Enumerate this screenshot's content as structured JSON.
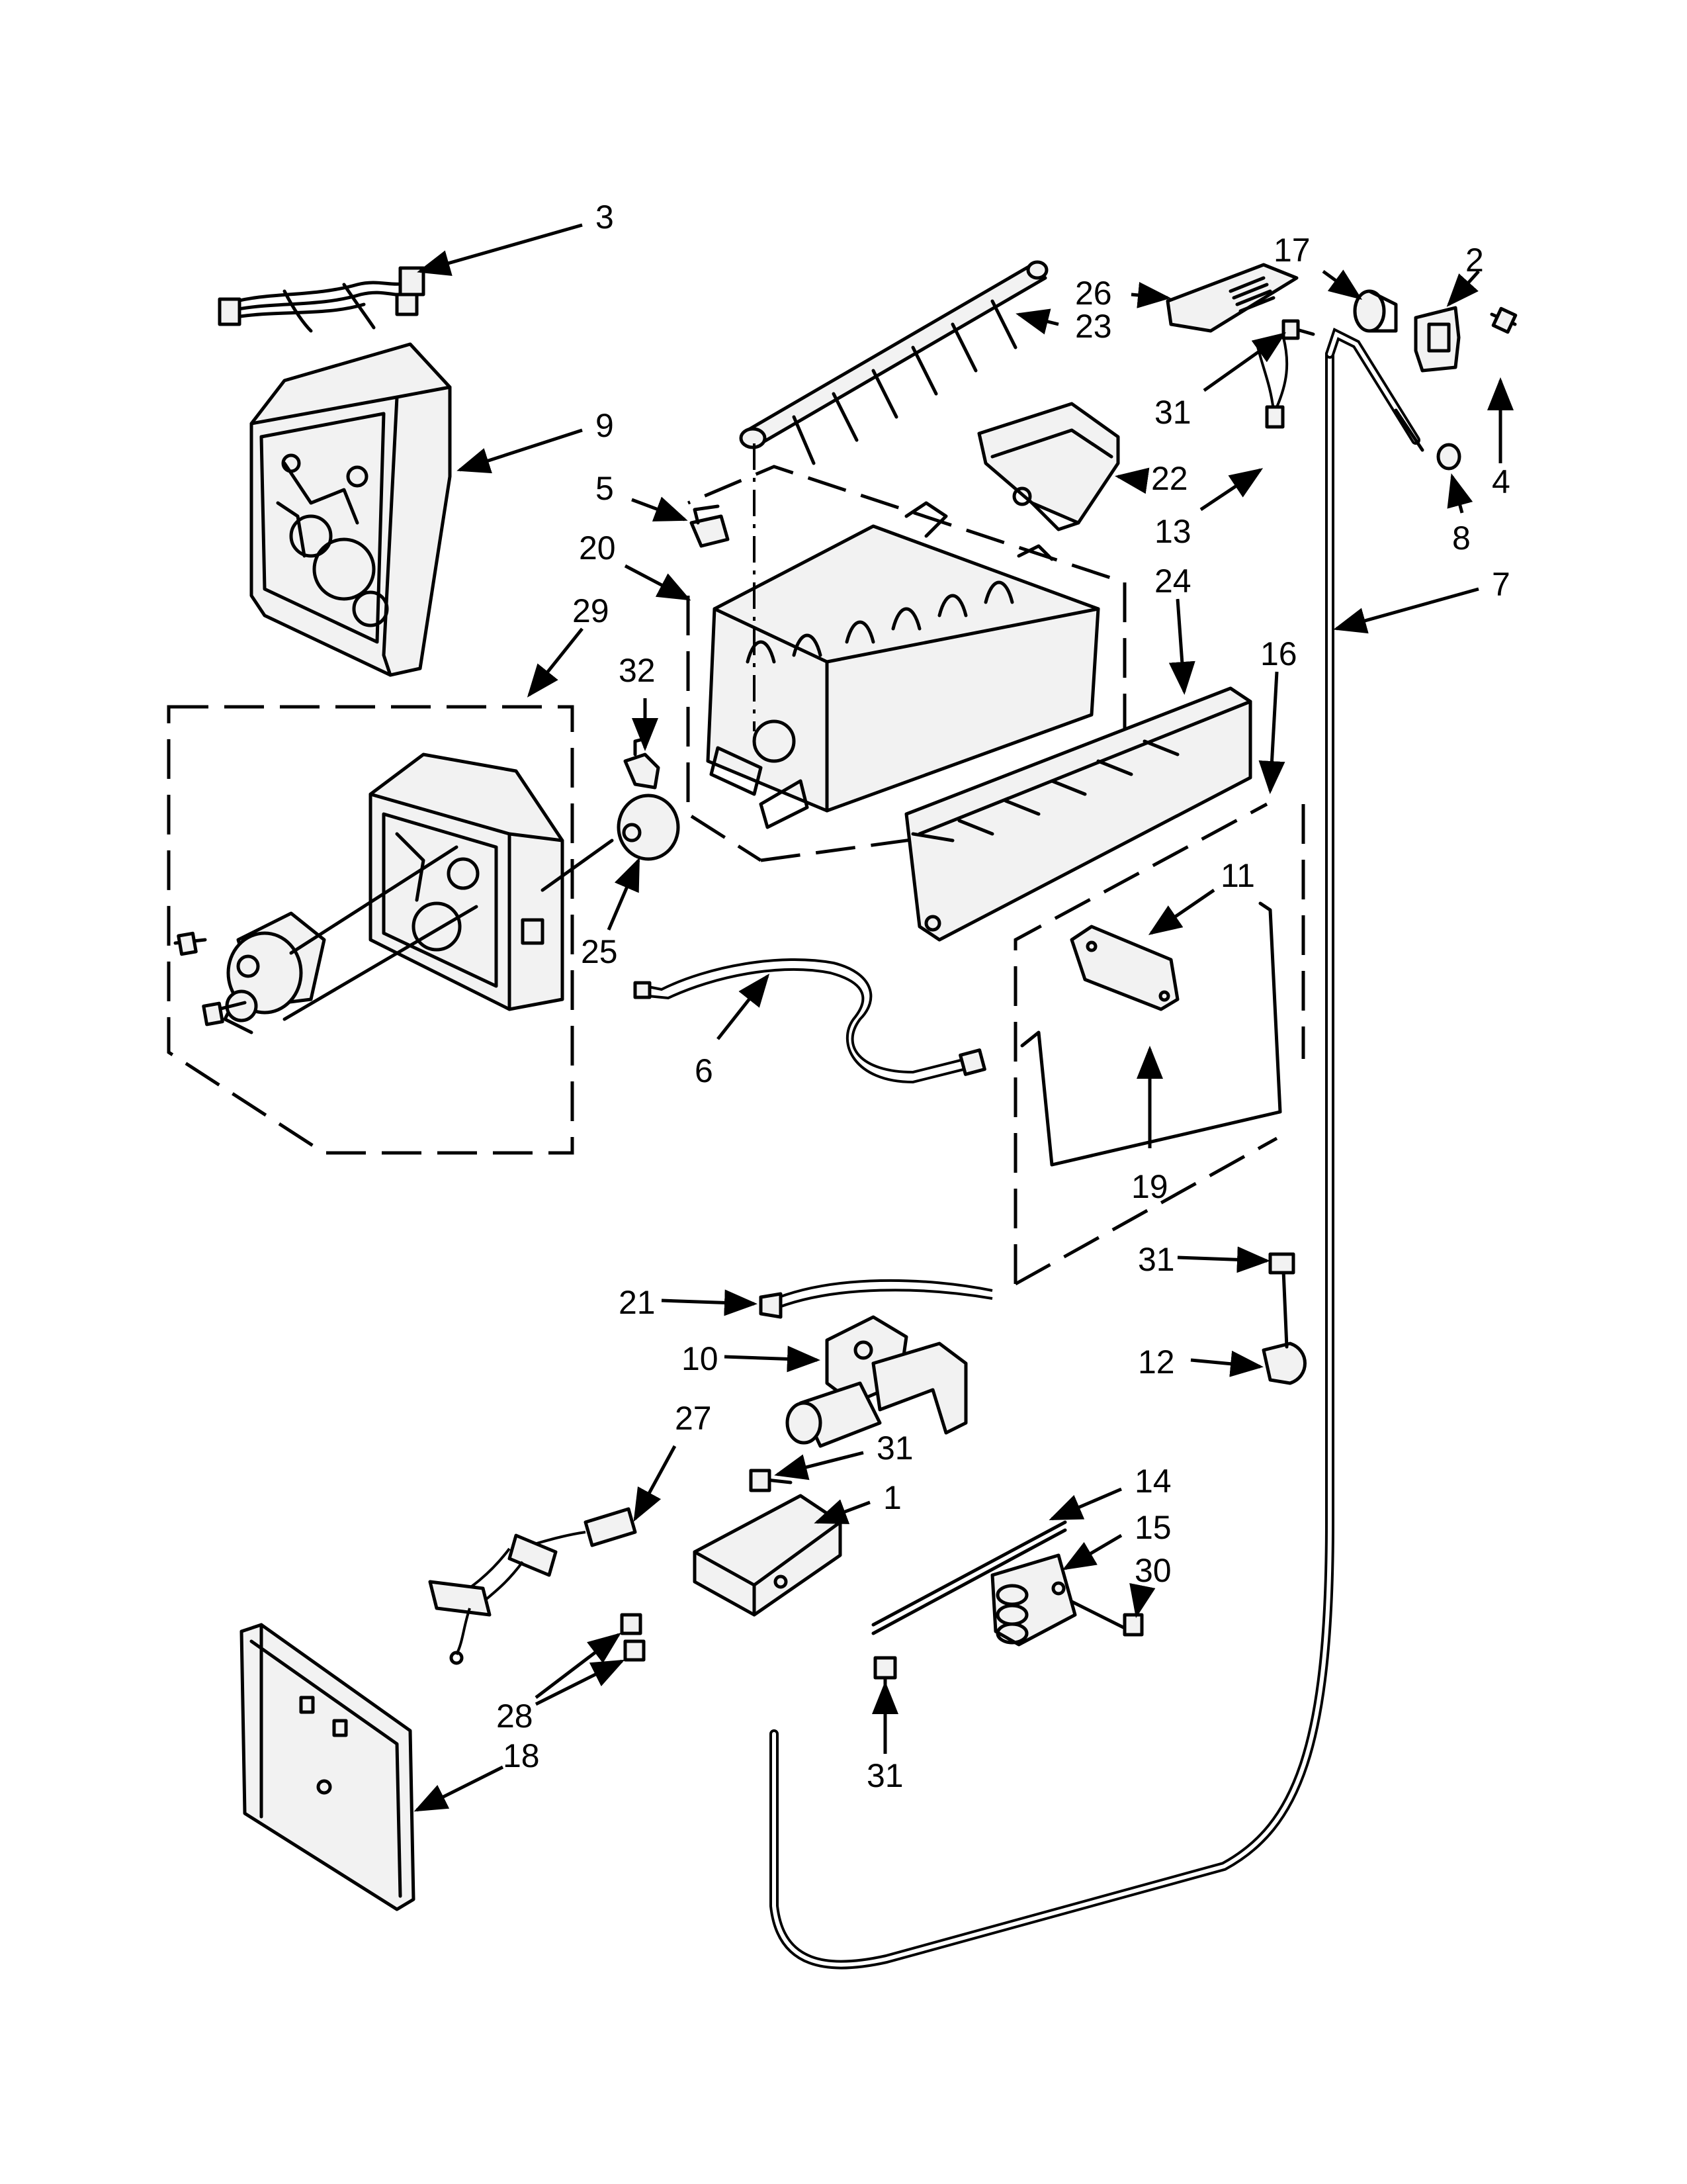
{
  "callouts": [
    "3",
    "9",
    "29",
    "32",
    "25",
    "6",
    "5",
    "20",
    "23",
    "26",
    "17",
    "2",
    "31",
    "22",
    "13",
    "4",
    "8",
    "7",
    "24",
    "16",
    "11",
    "19",
    "21",
    "10",
    "12",
    "27",
    "1",
    "14",
    "15",
    "30",
    "28",
    "18"
  ]
}
